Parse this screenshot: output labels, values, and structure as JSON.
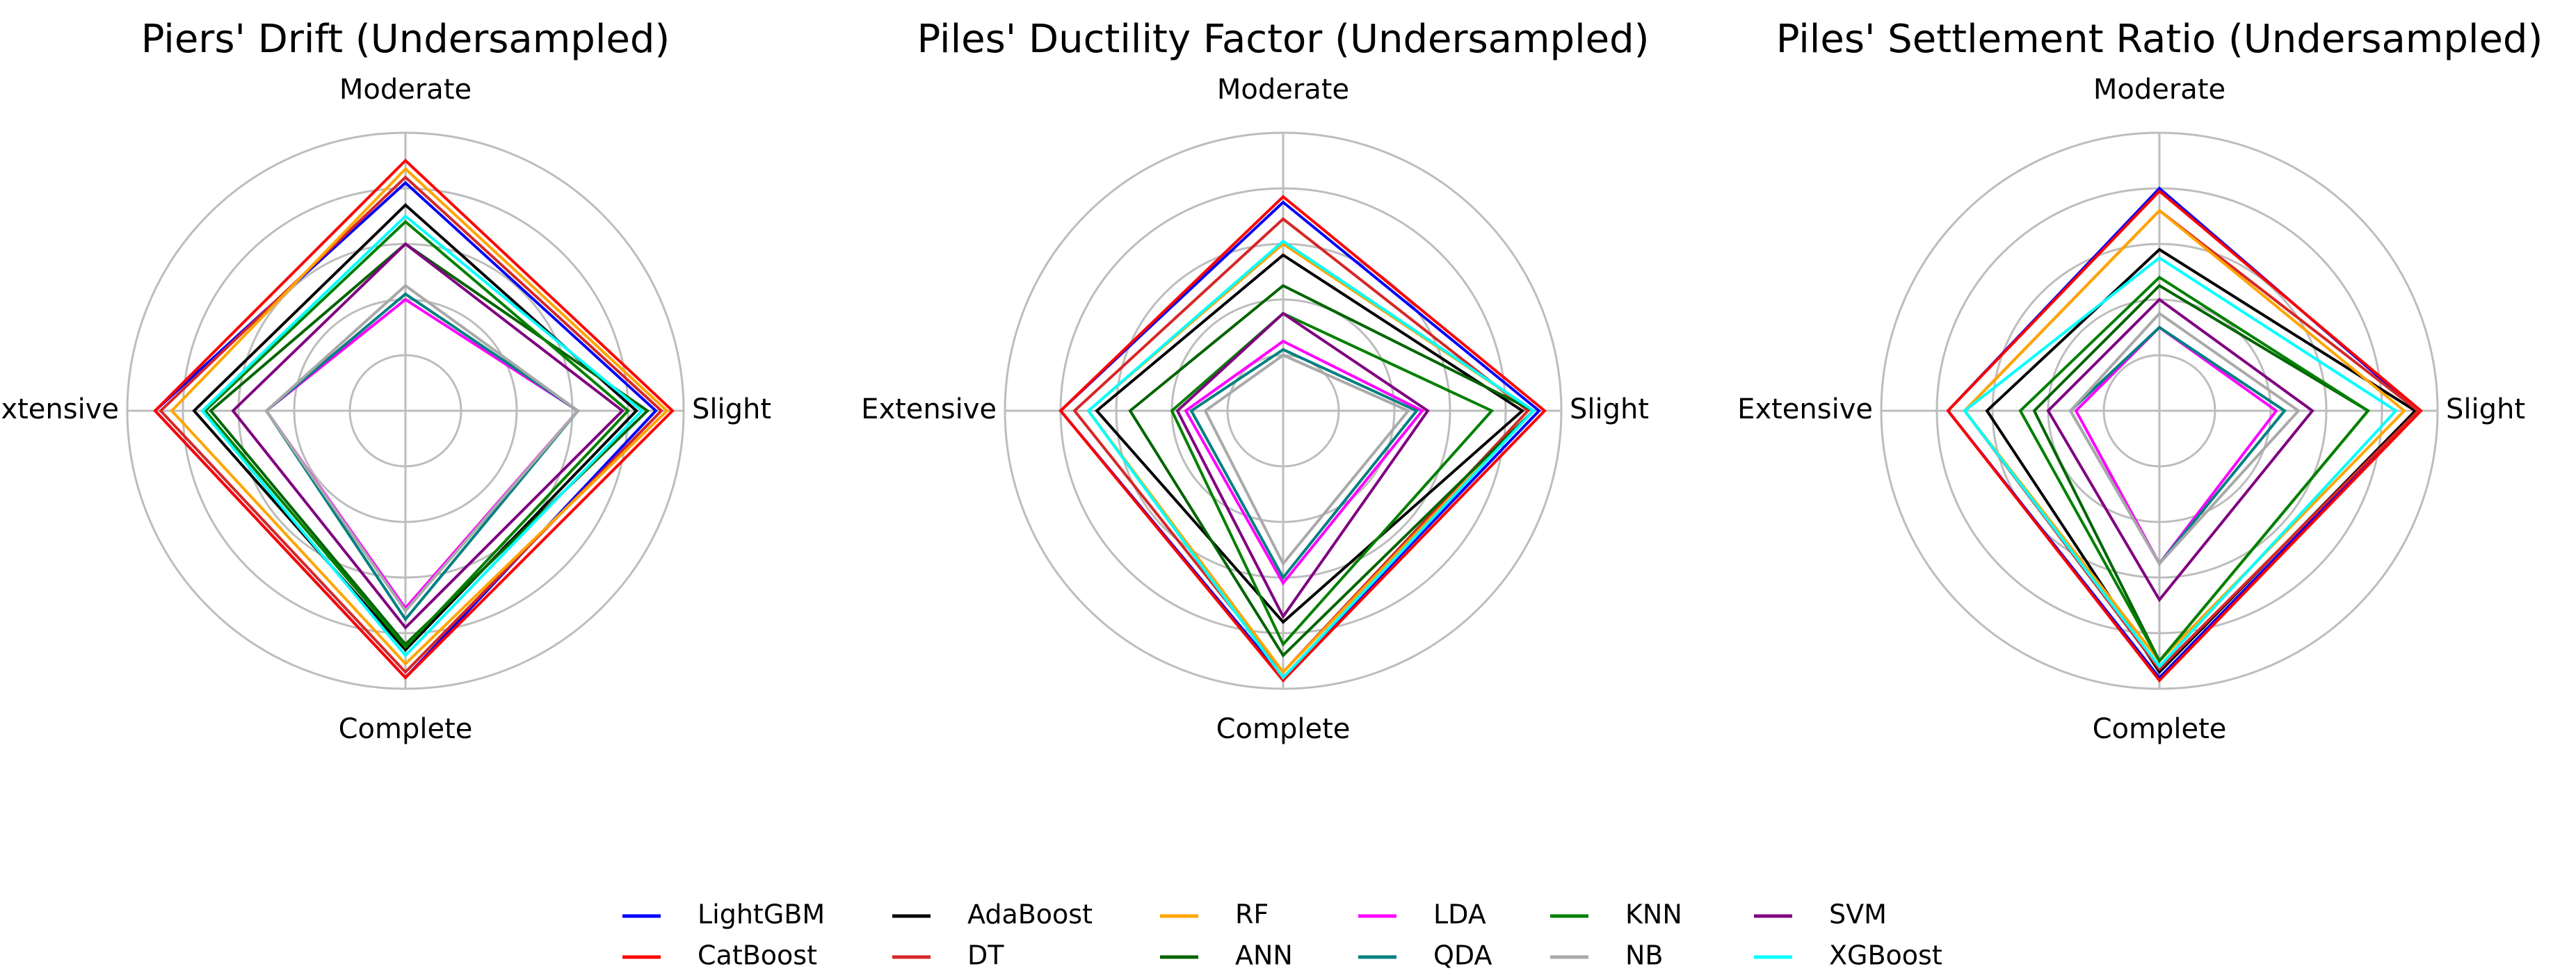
{
  "chart_data": [
    {
      "type": "radar",
      "title": "Piers' Drift (Undersampled)",
      "axes": [
        "Moderate",
        "Slight",
        "Complete",
        "Extensive"
      ],
      "rlim": [
        0,
        1
      ],
      "grid": true,
      "series": [
        {
          "name": "LightGBM",
          "values": [
            0.82,
            0.9,
            0.96,
            0.9
          ]
        },
        {
          "name": "CatBoost",
          "values": [
            0.9,
            0.96,
            0.96,
            0.9
          ]
        },
        {
          "name": "AdaBoost",
          "values": [
            0.74,
            0.83,
            0.86,
            0.76
          ]
        },
        {
          "name": "DT",
          "values": [
            0.84,
            0.92,
            0.94,
            0.88
          ]
        },
        {
          "name": "RF",
          "values": [
            0.87,
            0.94,
            0.91,
            0.84
          ]
        },
        {
          "name": "ANN",
          "values": [
            0.6,
            0.87,
            0.84,
            0.7
          ]
        },
        {
          "name": "LDA",
          "values": [
            0.4,
            0.62,
            0.71,
            0.5
          ]
        },
        {
          "name": "QDA",
          "values": [
            0.42,
            0.62,
            0.75,
            0.5
          ]
        },
        {
          "name": "KNN",
          "values": [
            0.68,
            0.8,
            0.85,
            0.72
          ]
        },
        {
          "name": "NB",
          "values": [
            0.45,
            0.62,
            0.72,
            0.5
          ]
        },
        {
          "name": "SVM",
          "values": [
            0.6,
            0.78,
            0.78,
            0.62
          ]
        },
        {
          "name": "XGBoost",
          "values": [
            0.7,
            0.85,
            0.88,
            0.73
          ]
        }
      ]
    },
    {
      "type": "radar",
      "title": "Piles' Ductility Factor (Undersampled)",
      "axes": [
        "Moderate",
        "Slight",
        "Complete",
        "Extensive"
      ],
      "rlim": [
        0,
        1
      ],
      "grid": true,
      "series": [
        {
          "name": "LightGBM",
          "values": [
            0.75,
            0.92,
            0.96,
            0.8
          ]
        },
        {
          "name": "CatBoost",
          "values": [
            0.77,
            0.94,
            0.97,
            0.8
          ]
        },
        {
          "name": "AdaBoost",
          "values": [
            0.56,
            0.86,
            0.76,
            0.67
          ]
        },
        {
          "name": "DT",
          "values": [
            0.69,
            0.88,
            0.94,
            0.75
          ]
        },
        {
          "name": "RF",
          "values": [
            0.6,
            0.9,
            0.94,
            0.7
          ]
        },
        {
          "name": "ANN",
          "values": [
            0.45,
            0.9,
            0.88,
            0.55
          ]
        },
        {
          "name": "LDA",
          "values": [
            0.25,
            0.5,
            0.62,
            0.35
          ]
        },
        {
          "name": "QDA",
          "values": [
            0.22,
            0.48,
            0.6,
            0.33
          ]
        },
        {
          "name": "KNN",
          "values": [
            0.35,
            0.75,
            0.84,
            0.4
          ]
        },
        {
          "name": "NB",
          "values": [
            0.2,
            0.45,
            0.55,
            0.28
          ]
        },
        {
          "name": "SVM",
          "values": [
            0.35,
            0.52,
            0.74,
            0.38
          ]
        },
        {
          "name": "XGBoost",
          "values": [
            0.61,
            0.9,
            0.96,
            0.7
          ]
        }
      ]
    },
    {
      "type": "radar",
      "title": "Piles' Settlement Ratio (Undersampled)",
      "axes": [
        "Moderate",
        "Slight",
        "Complete",
        "Extensive"
      ],
      "rlim": [
        0,
        1
      ],
      "grid": true,
      "series": [
        {
          "name": "LightGBM",
          "values": [
            0.8,
            0.93,
            0.96,
            0.76
          ]
        },
        {
          "name": "CatBoost",
          "values": [
            0.79,
            0.94,
            0.97,
            0.76
          ]
        },
        {
          "name": "AdaBoost",
          "values": [
            0.58,
            0.92,
            0.94,
            0.62
          ]
        },
        {
          "name": "DT",
          "values": [
            0.72,
            0.93,
            0.93,
            0.7
          ]
        },
        {
          "name": "RF",
          "values": [
            0.72,
            0.88,
            0.9,
            0.7
          ]
        },
        {
          "name": "ANN",
          "values": [
            0.45,
            0.75,
            0.9,
            0.45
          ]
        },
        {
          "name": "LDA",
          "values": [
            0.3,
            0.42,
            0.55,
            0.3
          ]
        },
        {
          "name": "QDA",
          "values": [
            0.3,
            0.45,
            0.55,
            0.32
          ]
        },
        {
          "name": "KNN",
          "values": [
            0.48,
            0.75,
            0.9,
            0.5
          ]
        },
        {
          "name": "NB",
          "values": [
            0.35,
            0.5,
            0.55,
            0.32
          ]
        },
        {
          "name": "SVM",
          "values": [
            0.4,
            0.55,
            0.68,
            0.4
          ]
        },
        {
          "name": "XGBoost",
          "values": [
            0.55,
            0.85,
            0.92,
            0.7
          ]
        }
      ]
    }
  ],
  "legend": {
    "placement": "bottom-center",
    "columns": 6,
    "items": [
      {
        "name": "LightGBM",
        "color": "#0000ff"
      },
      {
        "name": "CatBoost",
        "color": "#ff0000"
      },
      {
        "name": "AdaBoost",
        "color": "#000000"
      },
      {
        "name": "DT",
        "color": "#d62728"
      },
      {
        "name": "RF",
        "color": "#ffa500"
      },
      {
        "name": "ANN",
        "color": "#006400"
      },
      {
        "name": "LDA",
        "color": "#ff00ff"
      },
      {
        "name": "QDA",
        "color": "#008080"
      },
      {
        "name": "KNN",
        "color": "#008000"
      },
      {
        "name": "NB",
        "color": "#a9a9a9"
      },
      {
        "name": "SVM",
        "color": "#800080"
      },
      {
        "name": "XGBoost",
        "color": "#00ffff"
      }
    ]
  }
}
